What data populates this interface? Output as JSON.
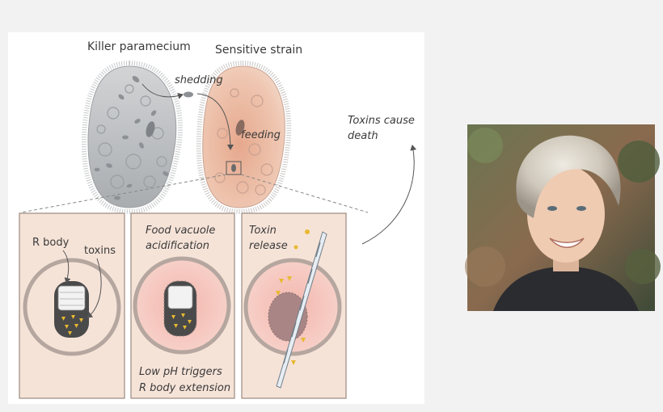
{
  "diagram": {
    "top_labels": {
      "killer": "Killer paramecium",
      "sensitive": "Sensitive strain",
      "shedding": "shedding",
      "feeding": "feeding"
    },
    "side_label": {
      "line1": "Toxins cause",
      "line2": "death"
    },
    "panel1": {
      "r_body": "R body",
      "toxins": "toxins"
    },
    "panel2": {
      "top_line1": "Food vacuole",
      "top_line2": "acidification",
      "bottom_line1": "Low pH triggers",
      "bottom_line2": "R body extension"
    },
    "panel3": {
      "line1": "Toxin",
      "line2": "release"
    }
  },
  "colors": {
    "killer_cell": "#b9bcbe",
    "sensitive_cell": "#e8b39a",
    "panel_bg": "#f6e3d8",
    "vacuole_ring": "#b5a79f",
    "toxin": "#e8b931",
    "r_body": "#4a4a4a"
  },
  "portrait": {
    "description_icon": "woman-portrait-photo"
  }
}
